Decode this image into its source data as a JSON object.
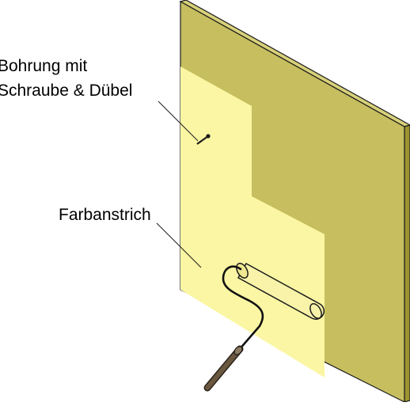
{
  "labels": {
    "drill_line1": "Bohrung mit",
    "drill_line2": "Schraube & Dübel",
    "paint": "Farbanstrich"
  },
  "colors": {
    "board_face": "#c7bf5f",
    "board_edge": "#9c9431",
    "board_top": "#d8d17a",
    "paint": "#fbf6a3",
    "roller": "#f8f3a9",
    "handle": "#5b4a33",
    "outline": "#1a1a1a"
  }
}
